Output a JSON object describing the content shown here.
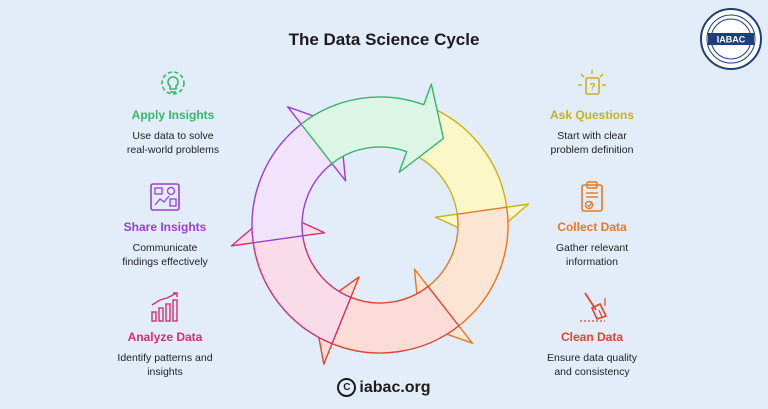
{
  "title": "The Data Science Cycle",
  "logo": {
    "text": "IABAC"
  },
  "colors": {
    "ask": "#c7b21f",
    "collect": "#e47a25",
    "clean": "#e0452f",
    "analyze": "#d23070",
    "share": "#9b3fcf",
    "apply": "#35b86b"
  },
  "steps": {
    "apply": {
      "label": "Apply Insights",
      "desc1": "Use data to solve",
      "desc2": "real-world problems",
      "icon": "lightbulb-gear-icon"
    },
    "share": {
      "label": "Share Insights",
      "desc1": "Communicate",
      "desc2": "findings effectively",
      "icon": "dashboard-icon"
    },
    "analyze": {
      "label": "Analyze Data",
      "desc1": "Identify patterns and",
      "desc2": "insights",
      "icon": "bar-chart-icon"
    },
    "ask": {
      "label": "Ask Questions",
      "desc1": "Start with clear",
      "desc2": "problem definition",
      "icon": "question-icon"
    },
    "collect": {
      "label": "Collect Data",
      "desc1": "Gather relevant",
      "desc2": "information",
      "icon": "clipboard-icon"
    },
    "clean": {
      "label": "Clean Data",
      "desc1": "Ensure data quality",
      "desc2": "and consistency",
      "icon": "broom-icon"
    }
  },
  "footer": {
    "copyright_symbol": "C",
    "site": "iabac.org"
  }
}
